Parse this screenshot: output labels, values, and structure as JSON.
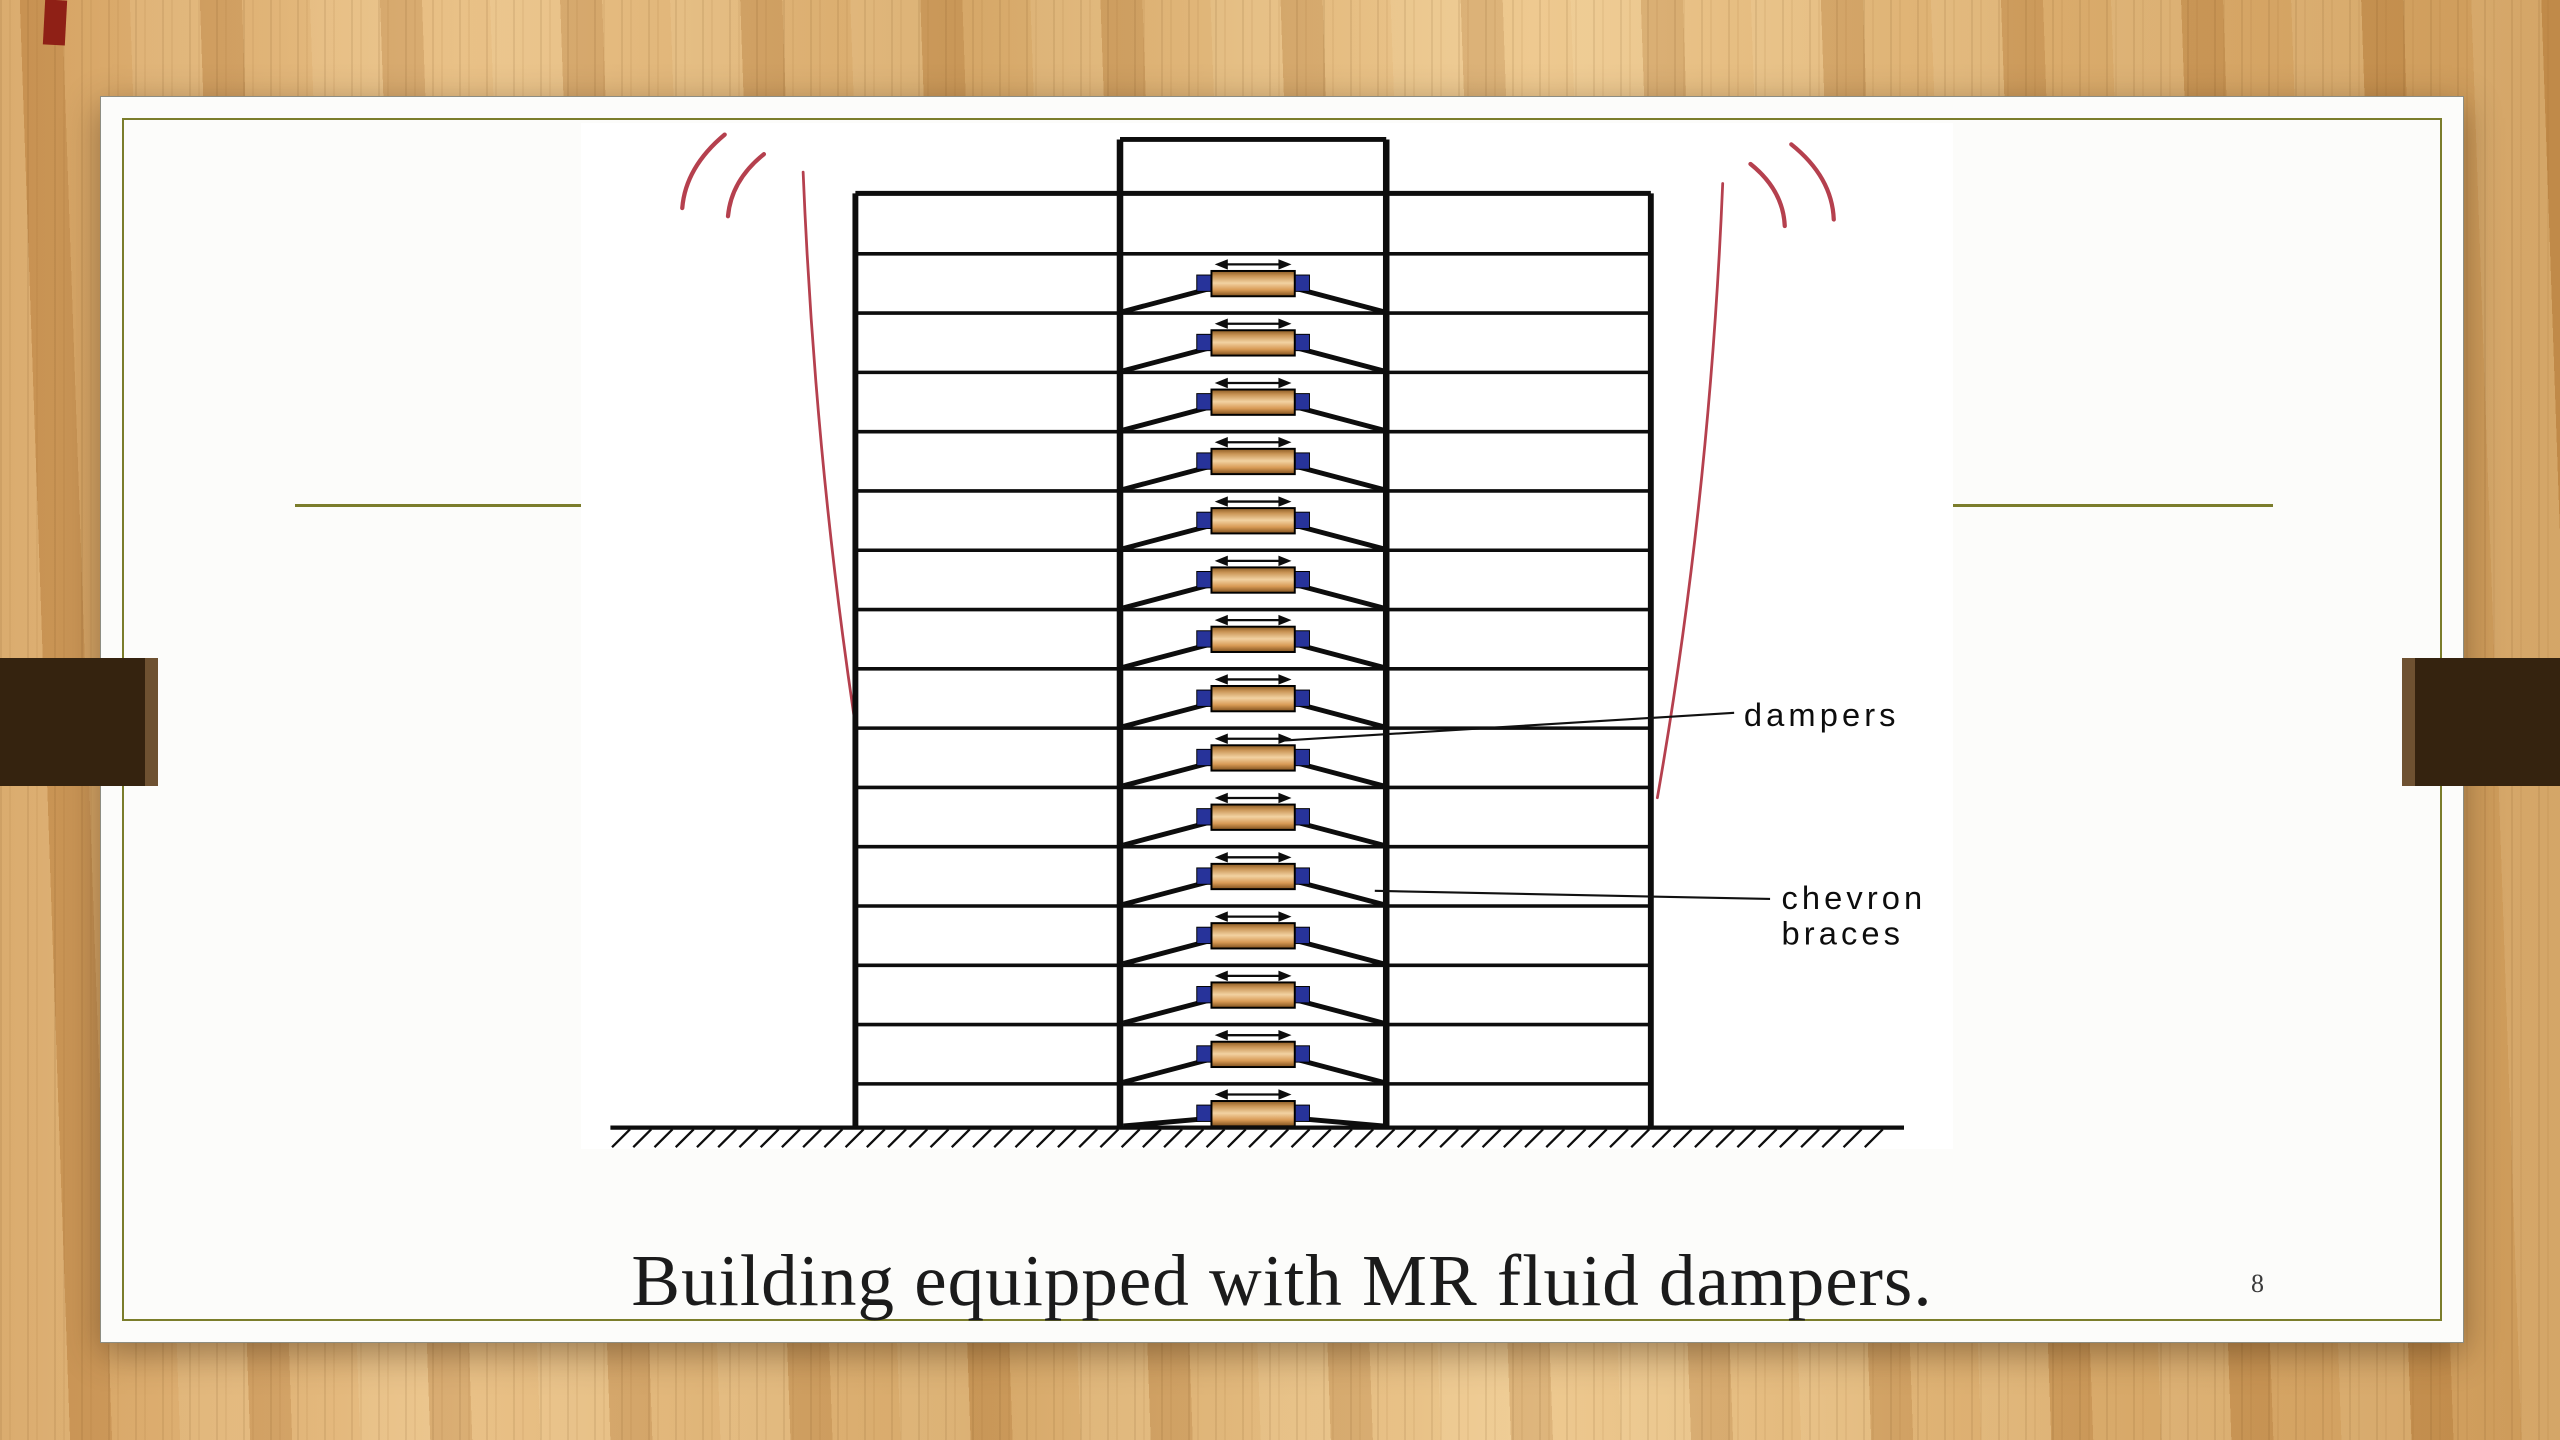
{
  "slide": {
    "caption": "Building equipped with MR fluid dampers.",
    "page_number": "8"
  },
  "figure": {
    "label_dampers": "dampers",
    "label_chevron_line1": "chevron",
    "label_chevron_line2": "braces",
    "stories": 15,
    "colors": {
      "structure": "#0d0d0d",
      "damper_fill": "#d08b4e",
      "connector_blue": "#27339a",
      "motion_red": "#b5404e"
    }
  },
  "theme": {
    "accent_olive": "#7b7d2b",
    "bar_brown": "#35230f",
    "wood_tan": "#d9a96a",
    "corner_red": "#8f2016"
  }
}
